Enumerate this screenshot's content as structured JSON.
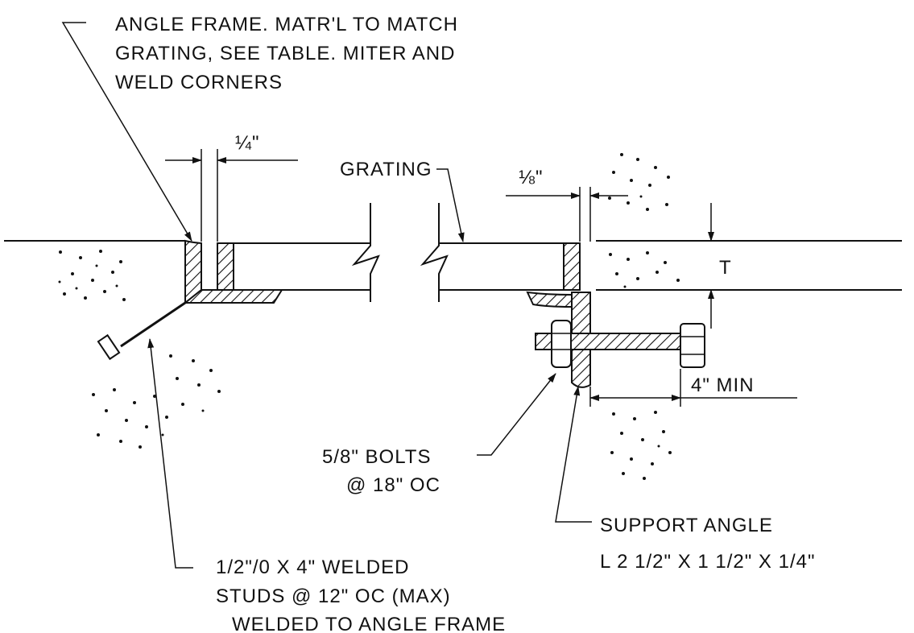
{
  "labels": {
    "angle_frame": [
      "ANGLE FRAME. MATR'L TO MATCH",
      "GRATING, SEE TABLE.  MITER AND",
      "WELD CORNERS"
    ],
    "quarter": "¼\"",
    "grating": "GRATING",
    "eighth": "⅛\"",
    "thickness": "T",
    "min4": "4\"  MIN",
    "bolts": [
      "5/8\"  BOLTS",
      "@ 18\" OC"
    ],
    "support_angle": [
      "SUPPORT ANGLE",
      "L 2 1/2\" X 1 1/2\" X 1/4\""
    ],
    "studs": [
      "1/2\"/0 X 4\"  WELDED",
      "STUDS @ 12\" OC (MAX)",
      "WELDED TO ANGLE FRAME"
    ]
  }
}
